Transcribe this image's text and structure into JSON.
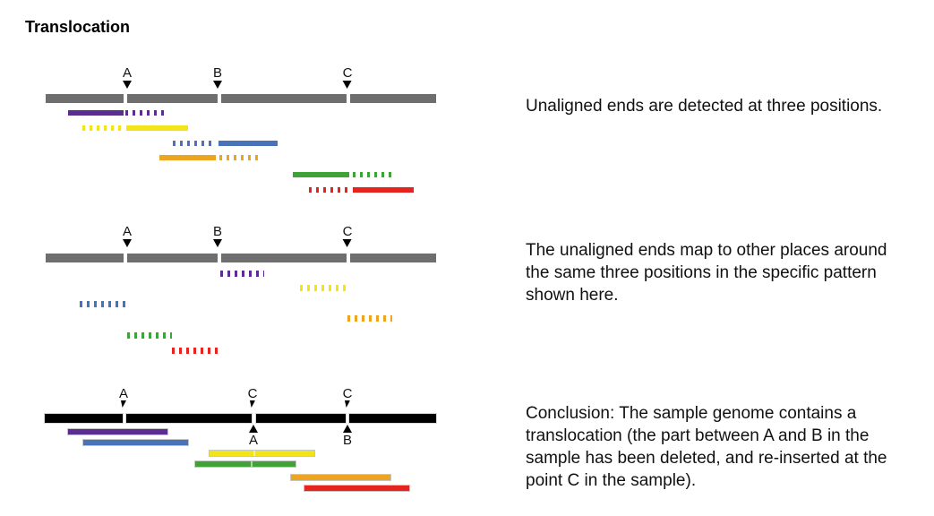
{
  "title": "Translocation",
  "palette": {
    "purple": "#5b2d90",
    "yellow": "#f2e418",
    "blue": "#4a72b8",
    "orange": "#eda41e",
    "green": "#3fa337",
    "red": "#e52420",
    "gray": "#6e6e6e",
    "black": "#000000"
  },
  "panel1": {
    "markers": [
      "A",
      "B",
      "C"
    ],
    "caption_lines": [
      "Unaligned ends are detected at three positions."
    ]
  },
  "panel2": {
    "markers": [
      "A",
      "B",
      "C"
    ],
    "caption_lines": [
      "The unaligned ends map to other places around",
      "the same three positions in the specific pattern",
      "shown here."
    ]
  },
  "panel3": {
    "markers_top": [
      "A",
      "C",
      "C"
    ],
    "markers_bottom": [
      "A",
      "B"
    ],
    "caption_lines": [
      "Conclusion: The sample genome contains a",
      "translocation (the part between A and B in the",
      "sample has been deleted, and re-inserted at the",
      "point C in the sample)."
    ]
  }
}
